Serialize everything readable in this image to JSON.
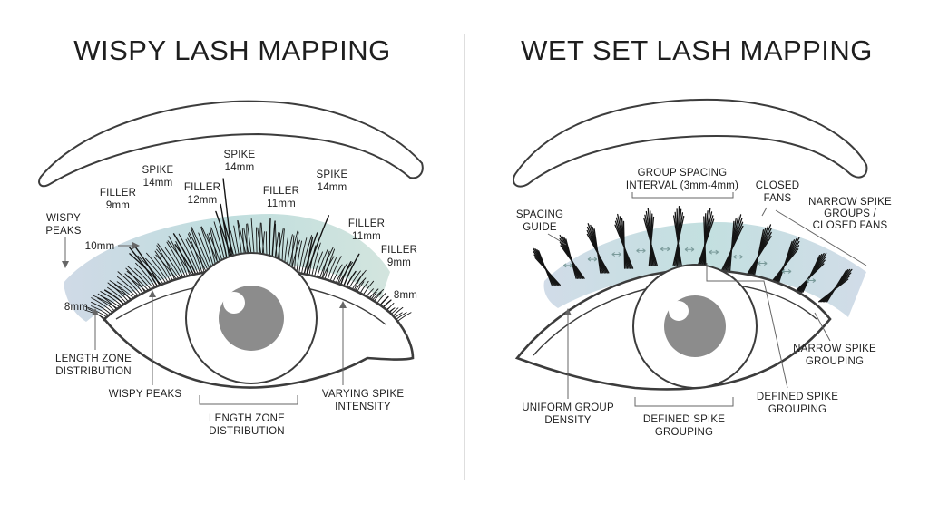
{
  "colors": {
    "outline": "#3c3c3c",
    "lash": "#141414",
    "tint_teal": "#b9d9da",
    "tint_blue": "#c8d6e3",
    "iris_fill": "#ffffff",
    "pupil": "#8c8c8c",
    "leader": "#666666"
  },
  "left_panel": {
    "title": "WISPY LASH MAPPING",
    "labels": {
      "spike_14a": [
        "SPIKE",
        "14mm"
      ],
      "spike_14c": [
        "SPIKE",
        "14mm"
      ],
      "spike_14b": [
        "SPIKE",
        "14mm"
      ],
      "filler_9": [
        "FILLER",
        "9mm"
      ],
      "filler_12": [
        "FILLER",
        "12mm"
      ],
      "filler_11a": [
        "FILLER",
        "11mm"
      ],
      "filler_11b": [
        "FILLER",
        "11mm"
      ],
      "filler_9b": [
        "FILLER",
        "9mm"
      ],
      "wispy_peaks_top": [
        "WISPY",
        "PEAKS"
      ],
      "len_10": "10mm",
      "len_8a": "8mm",
      "len_8b": "8mm",
      "length_zone_left": [
        "LENGTH ZONE",
        "DISTRIBUTION"
      ],
      "wispy_peaks_bottom": "WISPY PEAKS",
      "length_zone_bottom": [
        "LENGTH ZONE",
        "DISTRIBUTION"
      ],
      "varying_spike": [
        "VARYING SPIKE",
        "INTENSITY"
      ]
    }
  },
  "right_panel": {
    "title": "WET SET LASH MAPPING",
    "labels": {
      "group_spacing": [
        "GROUP SPACING",
        "INTERVAL (3mm-4mm)"
      ],
      "closed_fans": [
        "CLOSED",
        "FANS"
      ],
      "narrow_spike_groups": [
        "NARROW SPIKE",
        "GROUPS /",
        "CLOSED FANS"
      ],
      "spacing_guide": [
        "SPACING",
        "GUIDE"
      ],
      "narrow_spike_grouping": [
        "NARROW SPIKE",
        "GROUPING"
      ],
      "uniform_group_density": [
        "UNIFORM GROUP",
        "DENSITY"
      ],
      "defined_spike_bottom": [
        "DEFINED SPIKE",
        "GROUPING"
      ],
      "defined_spike_right": [
        "DEFINED SPIKE",
        "GROUPING"
      ]
    }
  }
}
